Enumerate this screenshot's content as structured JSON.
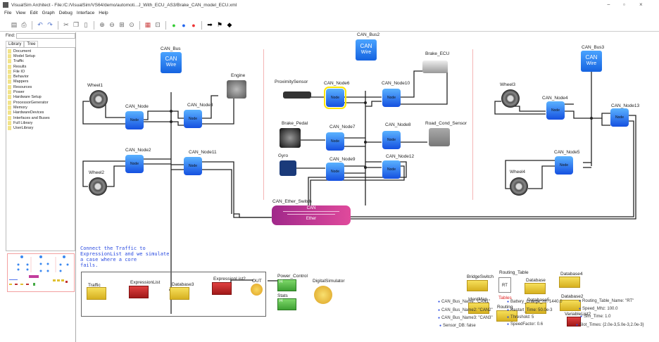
{
  "window": {
    "title": "VisualSim Architect - File:/C:/VisualSim/VS64/demo/automoti...J_With_ECU_AS3/Brake_CAN_model_ECU.xml",
    "controls": {
      "minimize": "−",
      "maximize": "▫",
      "close": "×"
    }
  },
  "menu": [
    "File",
    "View",
    "Edit",
    "Graph",
    "Debug",
    "Interface",
    "Help"
  ],
  "toolbar": {
    "icons": [
      "save-icon",
      "print-icon",
      "undo-icon",
      "redo-icon",
      "cut-icon",
      "copy-icon",
      "paste-icon",
      "zoom-in-icon",
      "zoom-out-icon",
      "zoom-fit-icon",
      "zoom-reset-icon",
      "hierarchy-icon",
      "expand-icon",
      "run-icon",
      "pause-icon",
      "stop-icon",
      "arrow-icon",
      "flag-icon",
      "diamond-icon"
    ]
  },
  "library": {
    "find_label": "Find:",
    "find_value": "",
    "tabs": [
      "Library",
      "Tree"
    ],
    "active_tab": "Library",
    "items": [
      "Document",
      "Model Setup",
      "Traffic",
      "Results",
      "File IO",
      "Behavior",
      "Mappers",
      "Resources",
      "Power",
      "Hardware Setup",
      "ProcessorGenerator",
      "Memory",
      "HardwareDevices",
      "Interfaces and Buses",
      "Full Library",
      "UserLibrary"
    ]
  },
  "diagram": {
    "buses": [
      {
        "name": "CAN_Bus",
        "line1": "CAN",
        "line2": "Wire"
      },
      {
        "name": "CAN_Bus2",
        "line1": "CAN",
        "line2": "Wire"
      },
      {
        "name": "CAN_Bus3",
        "line1": "CAN",
        "line2": "Wire"
      }
    ],
    "nodes": [
      {
        "name": "CAN_Node",
        "text": "Node"
      },
      {
        "name": "CAN_Node3",
        "text": "Node"
      },
      {
        "name": "CAN_Node2",
        "text": "Node"
      },
      {
        "name": "CAN_Node11",
        "text": "Node"
      },
      {
        "name": "CAN_Node6",
        "text": "Node"
      },
      {
        "name": "CAN_Node10",
        "text": "Node"
      },
      {
        "name": "CAN_Node7",
        "text": "Node"
      },
      {
        "name": "CAN_Node8",
        "text": "Node"
      },
      {
        "name": "CAN_Node9",
        "text": "Node"
      },
      {
        "name": "CAN_Node12",
        "text": "Node"
      },
      {
        "name": "CAN_Node4",
        "text": "Node"
      },
      {
        "name": "CAN_Node13",
        "text": "Node"
      },
      {
        "name": "CAN_Node5",
        "text": "Node"
      }
    ],
    "devices": [
      "Wheel1",
      "Wheel2",
      "Engine",
      "ProximitySensor",
      "Brake_ECU",
      "Brake_Pedal",
      "Road_Cond_Sensor",
      "Gyro",
      "Wheel3",
      "Wheel4"
    ],
    "switch": {
      "name": "CAN_Ether_Switch",
      "top": "CAN",
      "bottom": "Ether"
    },
    "comment": "Connect the Traffic to\nExpressionList and we simulate\na case where a core\nfails.",
    "flow_blocks": [
      "Traffic",
      "ExpressionList",
      "Database3",
      "ExpressionList2",
      "OUT"
    ],
    "controls": [
      "Power_Control",
      "Stats",
      "DigitalSimulator"
    ],
    "right_blocks": [
      "BridgeSwitch",
      "Routing_Table",
      "Database",
      "Database4",
      "IdentMap",
      "Database5",
      "Database2",
      "Routing",
      "VariableList2"
    ],
    "routing_table_icon": "RT",
    "tables_label": "Tables",
    "params_col1": [
      "CAN_Bus_Name: \"CAN1\"",
      "CAN_Bus_Name2: \"CAN2\"",
      "CAN_Bus_Name3: \"CAN3\"",
      "Sensor_DB: false"
    ],
    "params_col2": [
      "Battery_Charge_Hr: 1440.0",
      "Restart_Time: 50.0e-3",
      "Threshold: 5",
      "SpeedFactor: 0.6"
    ],
    "params_col3": [
      "Routing_Table_Name: \"RT\"",
      "Speed_Mhz: 100.0",
      "Sim_Time: 1.0",
      "Slot_Times: {2.0e-3,5.0e-3,2.0e-3}"
    ]
  }
}
